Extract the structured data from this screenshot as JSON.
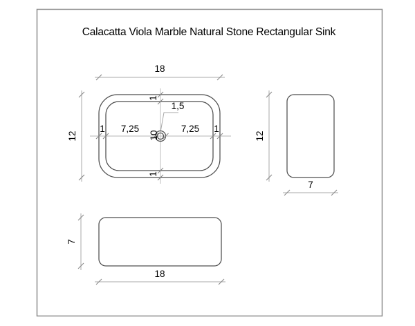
{
  "title": "Calacatta Viola Marble Natural Stone Rectangular Sink",
  "drawing": {
    "colors": {
      "outline": "#4d4d4d",
      "dimension_line": "#a8a8a8",
      "tick": "#8a8a8a",
      "centerline": "#b5b5b5",
      "frame": "#8a8a8a",
      "text": "#000000",
      "background": "#ffffff"
    },
    "views": {
      "top": {
        "overall_width": "18",
        "overall_height": "12",
        "left_to_drain": "7,25",
        "drain_to_right": "7,25",
        "wall_left": "1",
        "wall_right": "1",
        "wall_top": "1",
        "wall_bottom": "1",
        "drain_diameter": "1,5",
        "inner_height": "10"
      },
      "side": {
        "height": "12",
        "depth": "7"
      },
      "front": {
        "depth": "7",
        "width": "18"
      }
    }
  }
}
